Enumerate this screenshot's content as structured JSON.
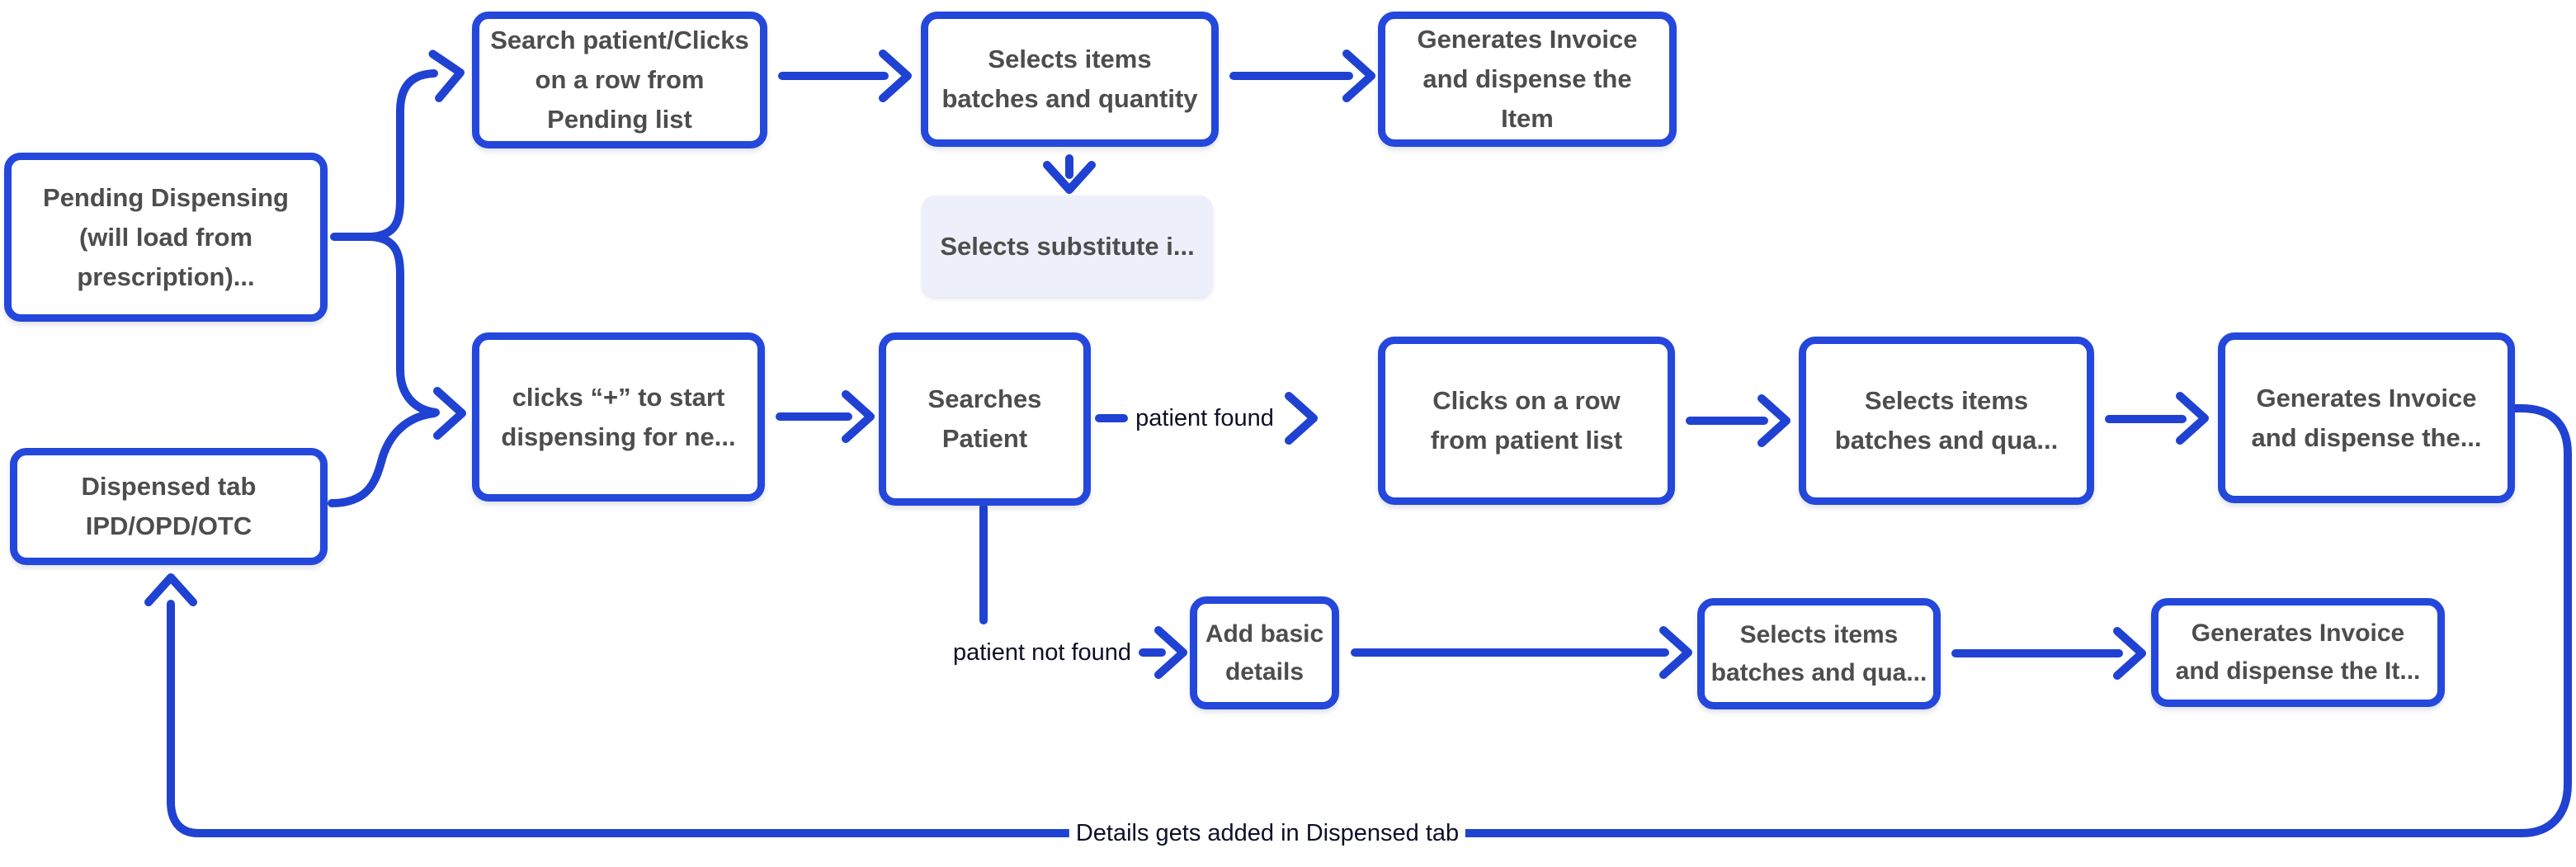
{
  "diagram": {
    "type": "flowchart",
    "colors": {
      "background": "#ffffff",
      "edge": "#2042d2",
      "node_border": "#2447dc",
      "node_fill": "#ffffff",
      "substitute_node_fill": "#edeffa",
      "node_text": "#4d4d4d",
      "edge_label_text": "#0d1026"
    },
    "nodes": [
      {
        "id": "pending-dispensing",
        "label": [
          "Pending Dispensing",
          "(will load from",
          "prescription)..."
        ]
      },
      {
        "id": "dispensed-tab",
        "label": [
          "Dispensed tab",
          "IPD/OPD/OTC"
        ]
      },
      {
        "id": "search-patient-pending-list",
        "label": [
          "Search patient/Clicks",
          "on a row from",
          "Pending list"
        ]
      },
      {
        "id": "selects-items-batches-quantity",
        "label": [
          "Selects items",
          "batches and quantity"
        ]
      },
      {
        "id": "generates-invoice-dispense-item",
        "label": [
          "Generates Invoice",
          "and dispense the",
          "Item"
        ]
      },
      {
        "id": "selects-substitute",
        "label": [
          "Selects substitute i..."
        ]
      },
      {
        "id": "clicks-plus-start-dispensing",
        "label": [
          "clicks “+” to start",
          "dispensing for ne..."
        ]
      },
      {
        "id": "searches-patient",
        "label": [
          "Searches",
          "Patient"
        ]
      },
      {
        "id": "clicks-row-patient-list",
        "label": [
          "Clicks on a row",
          "from patient list"
        ]
      },
      {
        "id": "selects-items-batches-qua-mid",
        "label": [
          "Selects items",
          "batches and qua..."
        ]
      },
      {
        "id": "generates-invoice-dispense-mid",
        "label": [
          "Generates Invoice",
          "and dispense the..."
        ]
      },
      {
        "id": "add-basic-details",
        "label": [
          "Add basic",
          "details"
        ]
      },
      {
        "id": "selects-items-batches-qua-bottom",
        "label": [
          "Selects items",
          "batches and qua..."
        ]
      },
      {
        "id": "generates-invoice-dispense-bottom",
        "label": [
          "Generates Invoice",
          "and dispense the It..."
        ]
      }
    ],
    "edge_labels": [
      {
        "id": "patient-found",
        "text": "patient found"
      },
      {
        "id": "patient-not-found",
        "text": "patient not found"
      },
      {
        "id": "details-added",
        "text": "Details gets added in Dispensed tab"
      }
    ]
  }
}
